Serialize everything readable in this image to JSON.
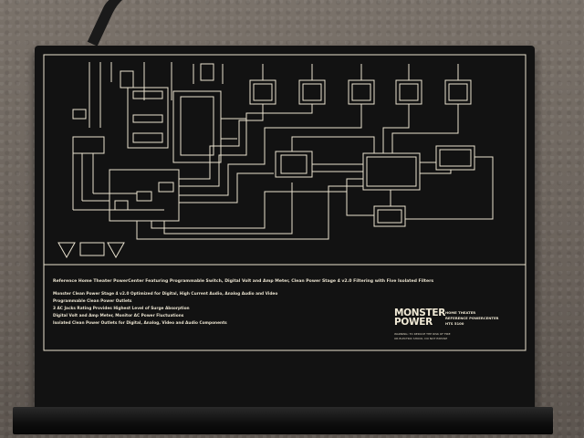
{
  "scene": {
    "subject": "home-theater-power-center-top-panel"
  },
  "panel": {
    "description_title": "Reference Home Theater PowerCenter Featuring Programmable Switch, Digital Volt and Amp Meter, Clean Power Stage 4 v2.0 Filtering with Five Isolated Filters",
    "bullets": [
      "Monster Clean Power Stage 4 v2.0 Optimized for Digital, High Current Audio, Analog Audio and Video",
      "Programmable Clean Power Outlets",
      "3 AC Jacks Rating Provides Highest Level of Surge Absorption",
      "Digital Volt and Amp Meter, Monitor AC Power Fluctuations",
      "Isolated Clean Power Outlets for Digital, Analog, Video and Audio Components"
    ],
    "brand_line_1": "MONSTER",
    "brand_line_2": "POWER",
    "model_lines": [
      "HOME THEATER",
      "REFERENCE POWERCENTER",
      "HTS 5100"
    ],
    "fineprint": [
      "WARNING: TO REDUCE THE RISK OF FIRE",
      "OR ELECTRIC SHOCK, DO NOT EXPOSE"
    ]
  }
}
